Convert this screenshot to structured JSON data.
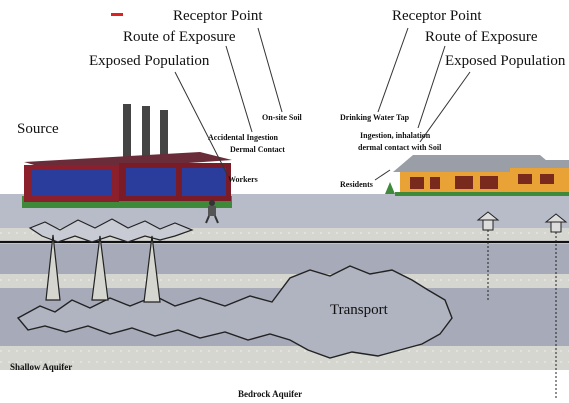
{
  "labels": {
    "source": "Source",
    "left_receptor": "Receptor Point",
    "left_route": "Route of Exposure",
    "left_population": "Exposed Population",
    "right_receptor": "Receptor Point",
    "right_route": "Route of Exposure",
    "right_population": "Exposed Population",
    "on_site_soil": "On-site Soil",
    "accidental_ingestion": "Accidental Ingestion",
    "dermal_contact": "Dermal Contact",
    "workers": "Workers",
    "drinking_water_tap": "Drinking Water Tap",
    "ingestion_inhalation": "Ingestion, inhalation",
    "dermal_contact_soil": "dermal contact with Soil",
    "residents": "Residents",
    "transport": "Transport",
    "shallow_aquifer": "Shallow Aquifer",
    "bedrock_aquifer": "Bedrock Aquifer"
  },
  "colors": {
    "ground": "#b8bcc8",
    "deep_band": "#a7abb9",
    "sand_band": "#d4d6cf",
    "factory_wall": "#8c1f2c",
    "factory_panel": "#2a3c9c",
    "house_wall": "#e8a235",
    "house_roof": "#9a9ea6",
    "grass": "#3f8a3a",
    "red_mark": "#dd2222"
  }
}
